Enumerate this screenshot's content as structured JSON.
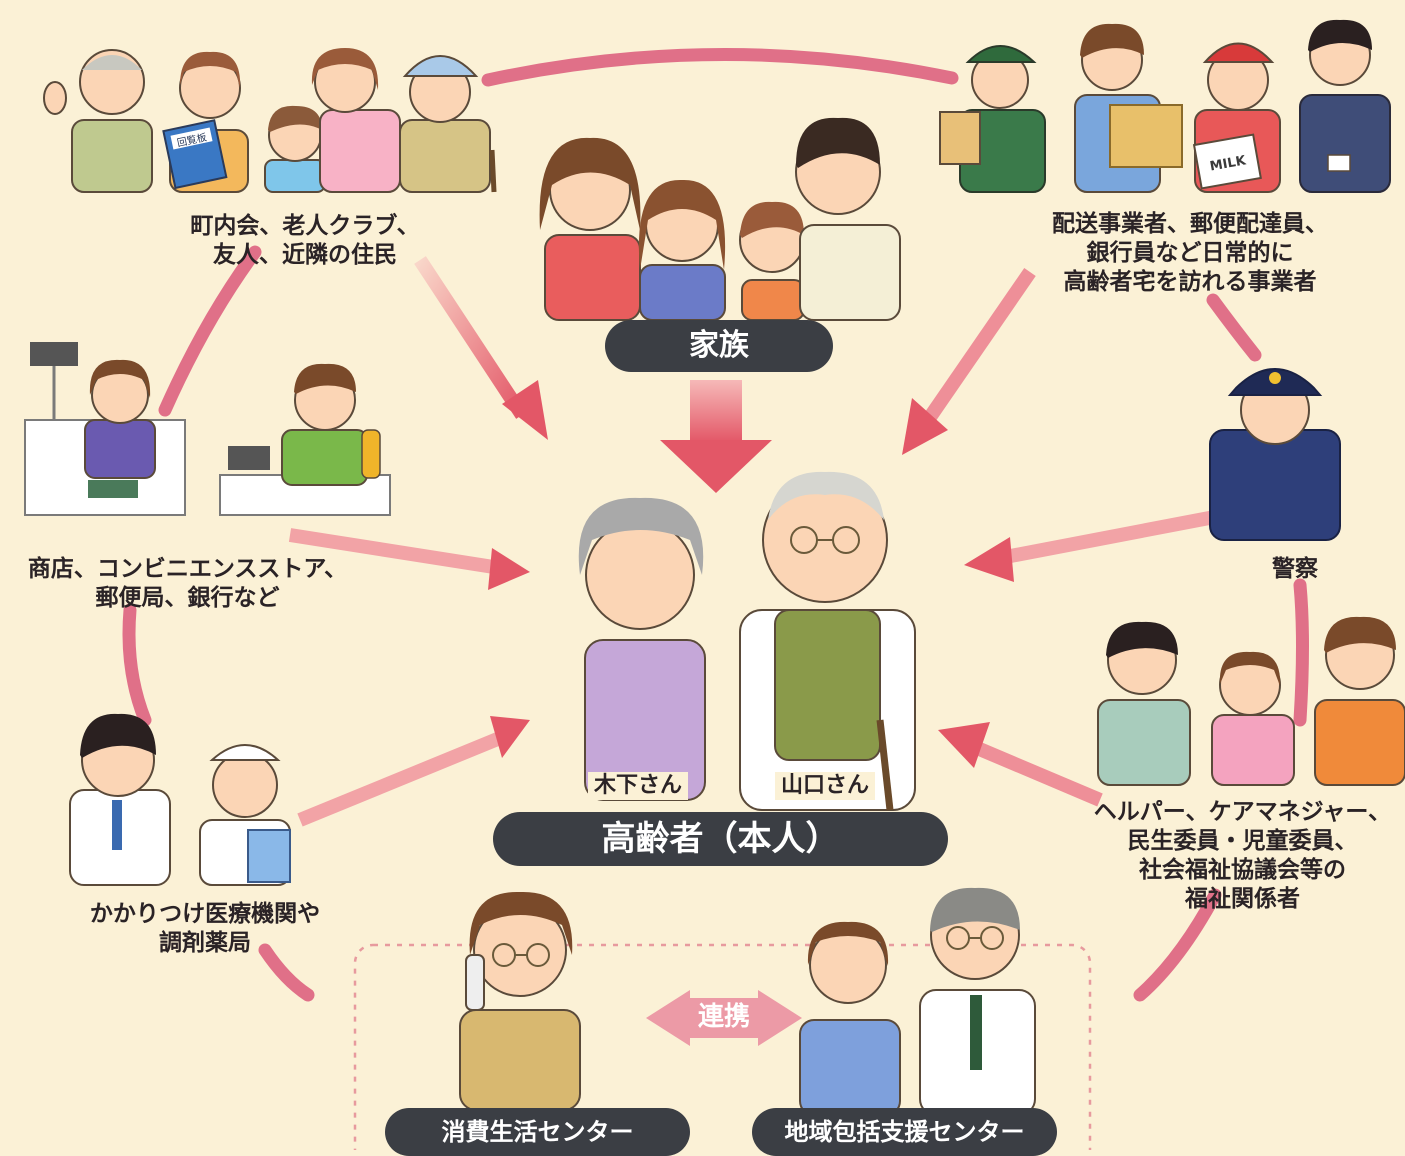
{
  "center": {
    "title": "高齢者（本人）",
    "person_left": "木下さん",
    "person_right": "山口さん"
  },
  "family": {
    "label": "家族"
  },
  "groups": {
    "neighbors": {
      "line1": "町内会、老人クラブ、",
      "line2": "友人、近隣の住民"
    },
    "businesses": {
      "line1": "配送事業者、郵便配達員、",
      "line2": "銀行員など日常的に",
      "line3": "高齢者宅を訪れる事業者"
    },
    "shops": {
      "line1": "商店、コンビニエンスストア、",
      "line2": "郵便局、銀行など"
    },
    "police": {
      "line1": "警察"
    },
    "welfare": {
      "line1": "ヘルパー、ケアマネジャー、",
      "line2": "民生委員・児童委員、",
      "line3": "社会福祉協議会等の",
      "line4": "福祉関係者"
    },
    "medical": {
      "line1": "かかりつけ医療機関や",
      "line2": "調剤薬局"
    }
  },
  "bottom": {
    "consumer_center": "消費生活センター",
    "regional_center": "地域包括支援センター",
    "link_label": "連携"
  },
  "illustration_text": {
    "circular": "回覧板",
    "milk": "MILK"
  },
  "colors": {
    "background": "#fbf1d6",
    "connector": "#e07088",
    "arrow": "#e35767",
    "pill": "#3b3e44",
    "link_arrow": "#ec9aa6"
  }
}
